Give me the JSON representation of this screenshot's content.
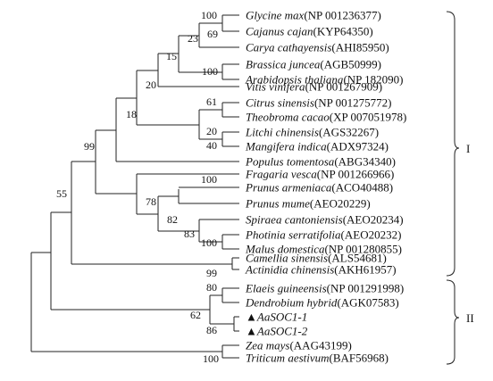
{
  "taxa": [
    {
      "species": "Glycine max",
      "accession": "NP 001236377",
      "marker": false
    },
    {
      "species": "Cajanus cajan",
      "accession": "KYP64350",
      "marker": false
    },
    {
      "species": "Carya cathayensis",
      "accession": "AHI85950",
      "marker": false
    },
    {
      "species": "Brassica juncea",
      "accession": "AGB50999",
      "marker": false
    },
    {
      "species": "Arabidopsis thaliana",
      "accession": "NP 182090",
      "marker": false
    },
    {
      "species": "Vitis vinifera",
      "accession": "NP 001267909",
      "marker": false
    },
    {
      "species": "Citrus sinensis",
      "accession": "NP 001275772",
      "marker": false
    },
    {
      "species": "Theobroma cacao",
      "accession": "XP 007051978",
      "marker": false
    },
    {
      "species": "Litchi chinensis",
      "accession": "AGS32267",
      "marker": false
    },
    {
      "species": "Mangifera indica",
      "accession": "ADX97324",
      "marker": false
    },
    {
      "species": "Populus tomentosa",
      "accession": "ABG34340",
      "marker": false
    },
    {
      "species": "Fragaria vesca",
      "accession": "NP 001266966",
      "marker": false
    },
    {
      "species": "Prunus armeniaca",
      "accession": "ACO40488",
      "marker": false
    },
    {
      "species": "Prunus mume",
      "accession": "AEO20229",
      "marker": false
    },
    {
      "species": "Spiraea cantoniensis",
      "accession": "AEO20234",
      "marker": false
    },
    {
      "species": "Photinia serratifolia",
      "accession": "AEO20232",
      "marker": false
    },
    {
      "species": "Malus domestica",
      "accession": "NP 001280855",
      "marker": false
    },
    {
      "species": "Camellia sinensis",
      "accession": "ALS54681",
      "marker": false
    },
    {
      "species": "Actinidia chinensis",
      "accession": "AKH61957",
      "marker": false
    },
    {
      "species": "Elaeis guineensis",
      "accession": "NP 001291998",
      "marker": false
    },
    {
      "species": "Dendrobium hybrid",
      "accession": "AGK07583",
      "marker": false
    },
    {
      "species": "AaSOC1-1",
      "accession": "",
      "marker": true
    },
    {
      "species": "AaSOC1-2",
      "accession": "",
      "marker": true
    },
    {
      "species": "Zea mays",
      "accession": "AAG43199",
      "marker": false
    },
    {
      "species": "Triticum aestivum",
      "accession": "BAF56968",
      "marker": false
    }
  ],
  "bootstrap": [
    "100",
    "69",
    "23",
    "100",
    "15",
    "20",
    "61",
    "20",
    "40",
    "18",
    "99",
    "100",
    "78",
    "82",
    "83",
    "100",
    "99",
    "55",
    "80",
    "62",
    "86",
    "100"
  ],
  "groups": [
    {
      "label": "I"
    },
    {
      "label": "II"
    }
  ],
  "marker_symbol": "▲"
}
